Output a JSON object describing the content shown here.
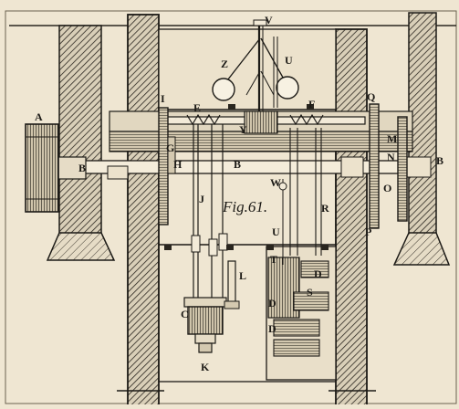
{
  "figure": {
    "caption": "Fig.61.",
    "paper_color": "#efe6d2",
    "ink_color": "#1c1a16",
    "labels": {
      "A": "A",
      "B": "B",
      "C": "C",
      "D": "D",
      "E": "E",
      "F": "F",
      "G": "G",
      "H": "H",
      "I": "I",
      "J": "J",
      "K": "K",
      "L": "L",
      "M": "M",
      "N": "N",
      "O": "O",
      "P": "P",
      "Q": "Q",
      "R": "R",
      "S": "S",
      "T": "T",
      "U": "U",
      "V": "V",
      "W": "W",
      "Y": "Y",
      "Z": "Z"
    }
  }
}
